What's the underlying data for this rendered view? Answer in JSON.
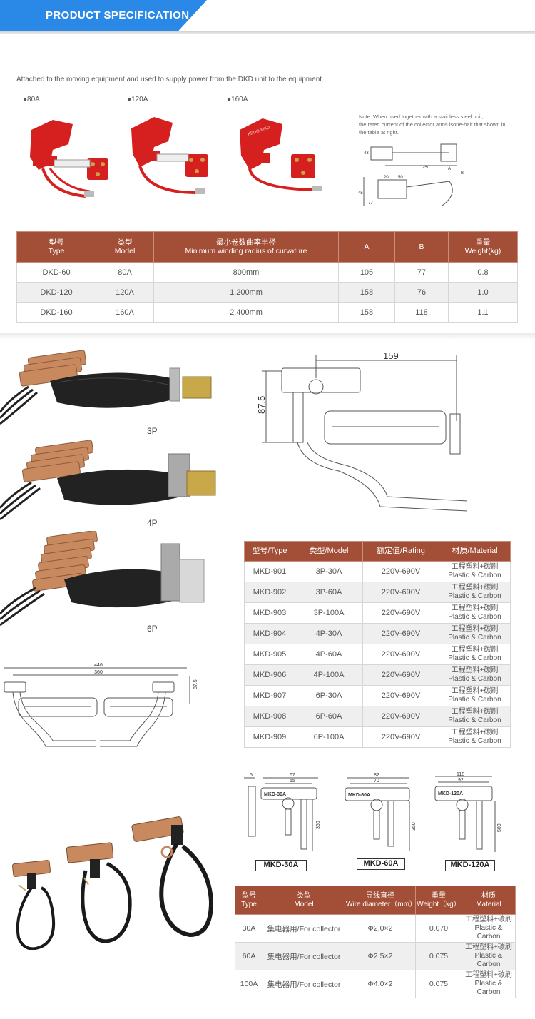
{
  "header": {
    "title": "PRODUCT SPECIFICATION"
  },
  "intro_text": "Attached to the moving equipment and used to supply power from the DKD unit to the equipment.",
  "variants": [
    "●80A",
    "●120A",
    "●160A"
  ],
  "note_lines": [
    "Note: When used together with a stainless steel unit,",
    "the rated current of the collector arms isone-half that shown in",
    "the table at right."
  ],
  "top_diagram": {
    "dims": [
      "43",
      "250",
      "20",
      "50",
      "45",
      "77",
      "A",
      "B"
    ]
  },
  "table1": {
    "headers": [
      {
        "cn": "型号",
        "en": "Type"
      },
      {
        "cn": "类型",
        "en": "Model"
      },
      {
        "cn": "最小卷数曲率半径",
        "en": "Minimum winding radius of curvature"
      },
      {
        "cn": "A",
        "en": ""
      },
      {
        "cn": "B",
        "en": ""
      },
      {
        "cn": "重量",
        "en": "Weight(kg)"
      }
    ],
    "rows": [
      [
        "DKD-60",
        "80A",
        "800mm",
        "105",
        "77",
        "0.8"
      ],
      [
        "DKD-120",
        "120A",
        "1,200mm",
        "158",
        "76",
        "1.0"
      ],
      [
        "DKD-160",
        "160A",
        "2,400mm",
        "158",
        "118",
        "1.1"
      ]
    ]
  },
  "pole_labels": [
    "3P",
    "4P",
    "6P"
  ],
  "side_diagram": {
    "width": "159",
    "height": "87.5"
  },
  "table2": {
    "headers": [
      "型号/Type",
      "类型/Model",
      "额定值/Rating",
      "材质/Material"
    ],
    "rows": [
      [
        "MKD-901",
        "3P-30A",
        "220V-690V",
        "工程塑料+碳刷",
        "Plastic & Carbon"
      ],
      [
        "MKD-902",
        "3P-60A",
        "220V-690V",
        "工程塑料+碳刷",
        "Plastic & Carbon"
      ],
      [
        "MKD-903",
        "3P-100A",
        "220V-690V",
        "工程塑料+碳刷",
        "Plastic & Carbon"
      ],
      [
        "MKD-904",
        "4P-30A",
        "220V-690V",
        "工程塑料+碳刷",
        "Plastic & Carbon"
      ],
      [
        "MKD-905",
        "4P-60A",
        "220V-690V",
        "工程塑料+碳刷",
        "Plastic & Carbon"
      ],
      [
        "MKD-906",
        "4P-100A",
        "220V-690V",
        "工程塑料+碳刷",
        "Plastic & Carbon"
      ],
      [
        "MKD-907",
        "6P-30A",
        "220V-690V",
        "工程塑料+碳刷",
        "Plastic & Carbon"
      ],
      [
        "MKD-908",
        "6P-60A",
        "220V-690V",
        "工程塑料+碳刷",
        "Plastic & Carbon"
      ],
      [
        "MKD-909",
        "6P-100A",
        "220V-690V",
        "工程塑料+碳刷",
        "Plastic & Carbon"
      ]
    ]
  },
  "double_diagram": {
    "outer": "446",
    "inner": "360",
    "height": "87.5"
  },
  "small_diagrams": [
    {
      "label": "MKD-30A",
      "w1": "67",
      "w2": "55",
      "left": "5",
      "h": "350"
    },
    {
      "label": "MKD-60A",
      "w1": "82",
      "w2": "70",
      "left": "",
      "h": "350"
    },
    {
      "label": "MKD-120A",
      "w1": "118",
      "w2": "92",
      "left": "",
      "h": "500"
    }
  ],
  "table3": {
    "headers": [
      {
        "cn": "型号",
        "en": "Type"
      },
      {
        "cn": "类型",
        "en": "Model"
      },
      {
        "cn": "导线直径",
        "en": "Wire diameter（mm）"
      },
      {
        "cn": "重量",
        "en": "Weight（kg）"
      },
      {
        "cn": "材质",
        "en": "Material"
      }
    ],
    "rows": [
      [
        "30A",
        "集电器用/For collector",
        "Φ2.0×2",
        "0.070",
        "工程塑料+碳刷",
        "Plastic & Carbon"
      ],
      [
        "60A",
        "集电器用/For collector",
        "Φ2.5×2",
        "0.075",
        "工程塑料+碳刷",
        "Plastic & Carbon"
      ],
      [
        "100A",
        "集电器用/For collector",
        "Φ4.0×2",
        "0.075",
        "工程塑料+碳刷",
        "Plastic & Carbon"
      ]
    ]
  },
  "colors": {
    "banner": "#2a88e6",
    "table_header": "#a34f37",
    "product_red": "#d61f1f",
    "copper": "#c8895f"
  }
}
